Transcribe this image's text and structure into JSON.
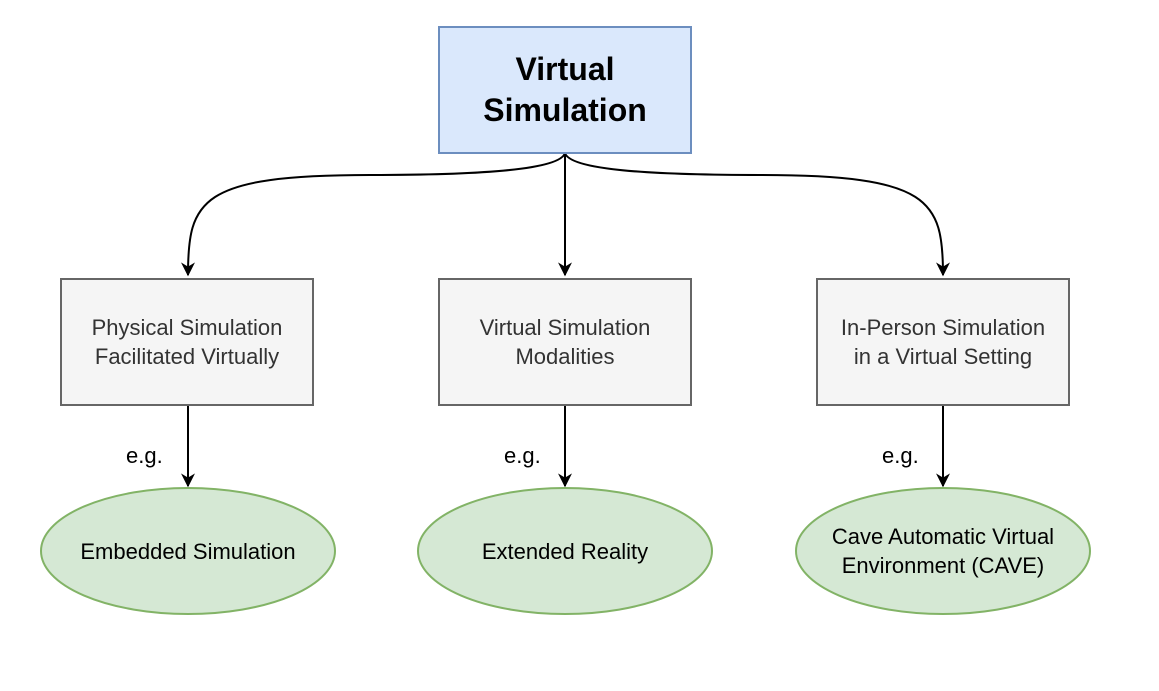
{
  "diagram": {
    "root": {
      "label": "Virtual\nSimulation"
    },
    "categories": [
      {
        "label": "Physical Simulation\nFacilitated Virtually",
        "example_label": "e.g.",
        "example": "Embedded Simulation"
      },
      {
        "label": "Virtual Simulation\nModalities",
        "example_label": "e.g.",
        "example": "Extended Reality"
      },
      {
        "label": "In-Person Simulation\nin a Virtual Setting",
        "example_label": "e.g.",
        "example": "Cave Automatic Virtual\nEnvironment (CAVE)"
      }
    ]
  },
  "colors": {
    "root_fill": "#dae8fc",
    "root_stroke": "#6c8ebf",
    "category_fill": "#f5f5f5",
    "category_stroke": "#666666",
    "example_fill": "#d5e8d4",
    "example_stroke": "#82b366",
    "edge": "#000000"
  }
}
